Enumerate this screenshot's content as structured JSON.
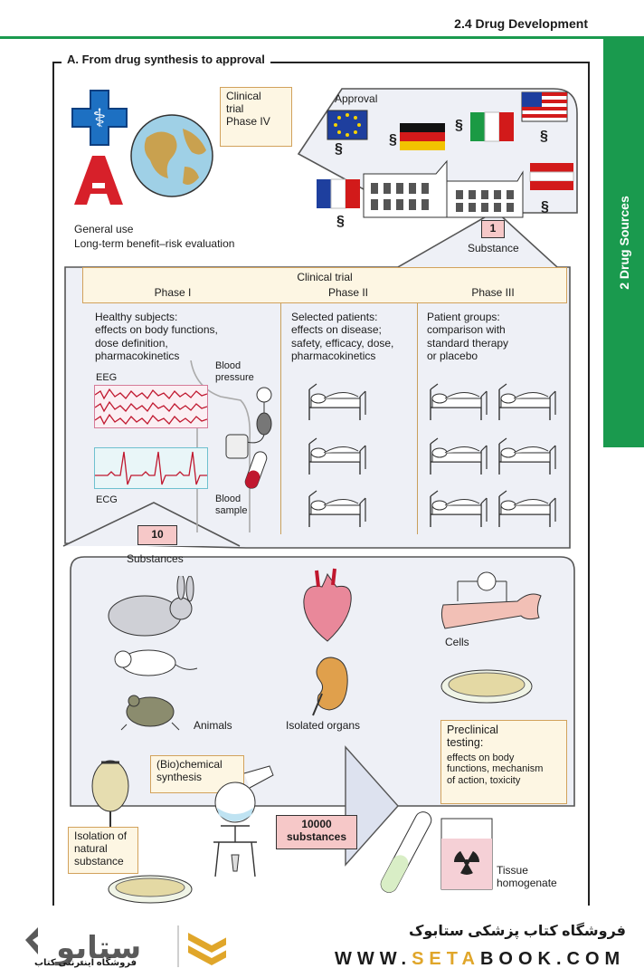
{
  "header": {
    "title": "2.4  Drug Development",
    "side_tab": "2  Drug Sources"
  },
  "section": {
    "title": "A. From drug synthesis to approval"
  },
  "top": {
    "phase4": "Clinical\ntrial\nPhase IV",
    "general_use": "General use",
    "long_term": "Long-term benefit–risk evaluation",
    "approval": "Approval",
    "paragraph_mark": "§",
    "count": "1",
    "count_label": "Substance"
  },
  "trial": {
    "title": "Clinical trial",
    "phase1": "Phase I",
    "phase2": "Phase II",
    "phase3": "Phase III",
    "phase1_desc": "Healthy subjects:\neffects on body functions,\ndose definition,\npharmacokinetics",
    "phase2_desc": "Selected patients:\neffects on disease;\nsafety, efficacy, dose,\npharmacokinetics",
    "phase3_desc": "Patient groups:\ncomparison with\nstandard therapy\nor placebo",
    "eeg": "EEG",
    "ecg": "ECG",
    "blood_pressure": "Blood\npressure",
    "blood_sample": "Blood\nsample",
    "count": "10",
    "count_label": "Substances"
  },
  "preclinical": {
    "animals": "Animals",
    "isolated_organs": "Isolated organs",
    "cells": "Cells",
    "box_title": "Preclinical\ntesting:",
    "box_desc": "effects on body\nfunctions, mechanism\nof action, toxicity"
  },
  "synthesis": {
    "biochemical": "(Bio)chemical\nsynthesis",
    "isolation": "Isolation of\nnatural\nsubstance",
    "count": "10000\nsubstances",
    "tissue": "Tissue\nhomogenate"
  },
  "footer": {
    "store_name_fa": "فروشگاه کتاب پزشکی ستابوک",
    "url_prefix": "WWW.",
    "url_accent": "SETA",
    "url_suffix": "BOOK.COM",
    "logo_tagline_fa": "فروشگاه اینترنتی کتاب",
    "logo_text_fa": "ستابوک"
  },
  "colors": {
    "green": "#1a9a4e",
    "panel": "#eef0f6",
    "label_bg": "#fdf6e3",
    "pink": "#f6c8c8"
  }
}
